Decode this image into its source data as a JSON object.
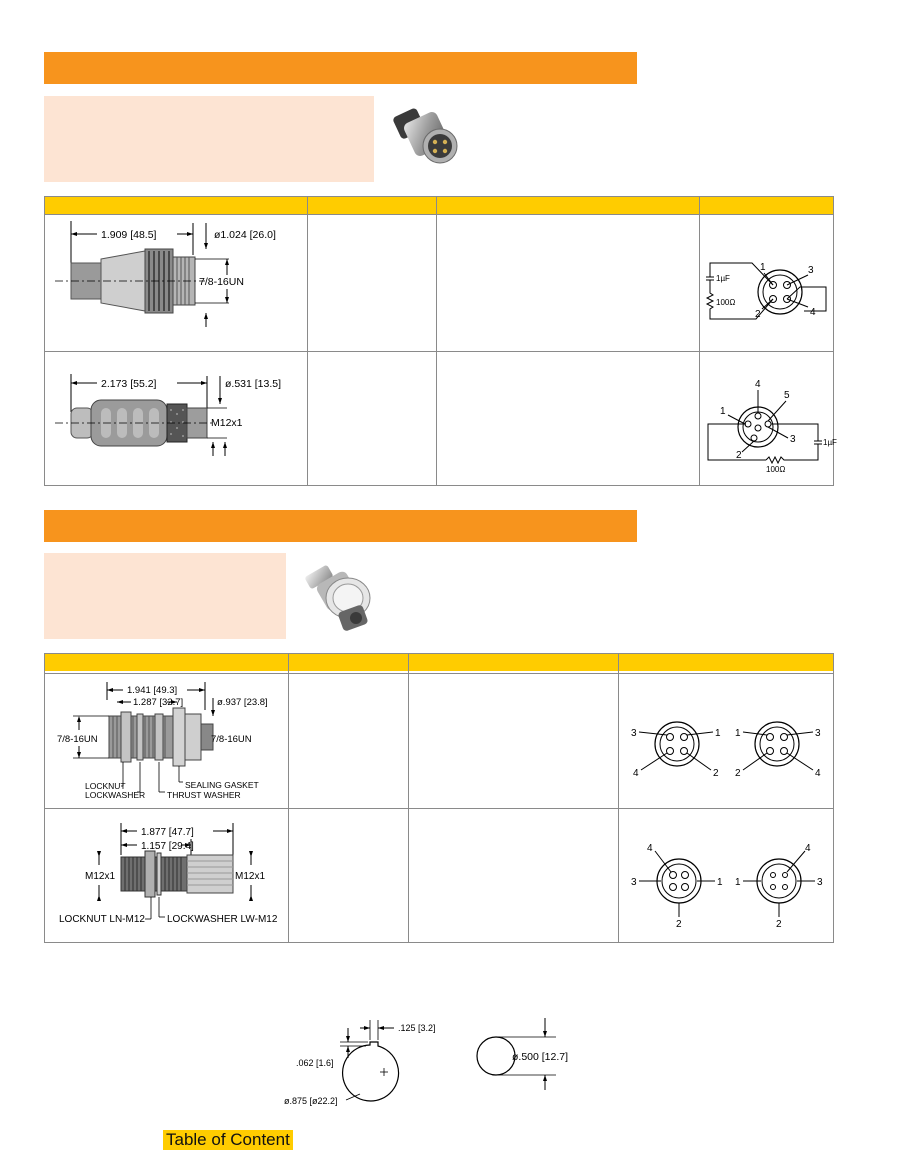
{
  "section1": {
    "header_bar": "",
    "table": {
      "rows": [
        {
          "drawing": {
            "length": "1.909  [48.5]",
            "diameter": "ø1.024  [26.0]",
            "thread": "7/8-16UN"
          },
          "wiring": {
            "pins": [
              "1",
              "3",
              "2",
              "4"
            ],
            "capacitor": "1µF",
            "resistor": "100Ω"
          }
        },
        {
          "drawing": {
            "length": "2.173  [55.2]",
            "diameter": "ø.531  [13.5]",
            "thread": "M12x1"
          },
          "wiring": {
            "pins": [
              "4",
              "5",
              "1",
              "3",
              "2"
            ],
            "capacitor": "1µF",
            "resistor": "100Ω"
          }
        }
      ]
    }
  },
  "section2": {
    "header_bar": "",
    "table": {
      "rows": [
        {
          "drawing": {
            "length_overall": "1.941  [49.3]",
            "length_body": "1.287  [32.7]",
            "diameter": "ø.937  [23.8]",
            "thread_left": "7/8-16UN",
            "thread_right": "7/8-16UN",
            "callout_locknut": "LOCKNUT",
            "callout_lockwasher": "LOCKWASHER",
            "callout_gasket": "SEALING GASKET",
            "callout_thrust": "THRUST WASHER"
          },
          "wiring": {
            "left_pins": [
              "3",
              "1",
              "4",
              "2"
            ],
            "right_pins": [
              "1",
              "3",
              "2",
              "4"
            ]
          }
        },
        {
          "drawing": {
            "length_overall": "1.877  [47.7]",
            "length_body": "1.157  [29.4]",
            "thread_left": "M12x1",
            "thread_right": "M12x1",
            "callout_locknut": "LOCKNUT  LN-M12",
            "callout_lockwasher": "LOCKWASHER  LW-M12"
          },
          "wiring": {
            "left_pins": [
              "4",
              "3",
              "1",
              "2"
            ],
            "right_pins": [
              "4",
              "1",
              "3",
              "2"
            ]
          }
        }
      ]
    }
  },
  "mounting": {
    "keyway": ".125  [3.2]",
    "flat": ".062  [1.6]",
    "hole_diameter": "ø.875  [ø22.2]",
    "hole2_diameter": "ø.500  [12.7]"
  },
  "footer": {
    "toc_label": "Table of Content"
  },
  "colors": {
    "orange": "#f7941d",
    "peach": "#fde4d3",
    "yellow": "#ffcc00"
  }
}
